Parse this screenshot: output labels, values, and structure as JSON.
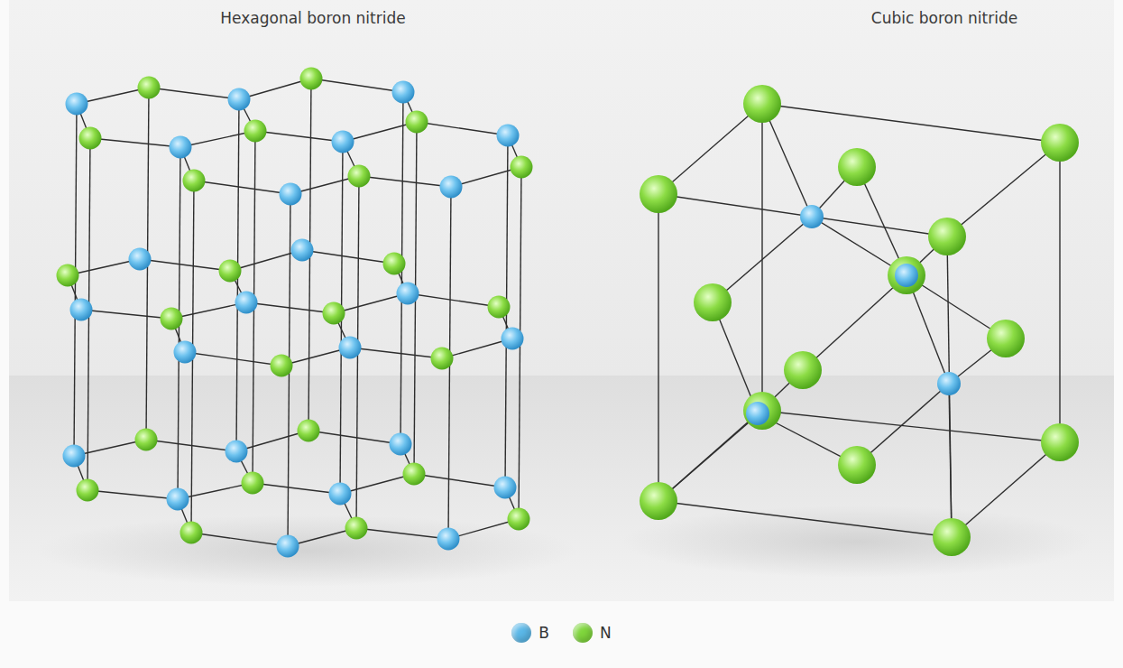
{
  "diagram": {
    "labels": [
      "Hexagonal boron nitride",
      "Cubic boron nitride"
    ],
    "legend": [
      {
        "text": "B",
        "color": "#5bb8e8"
      },
      {
        "text": "N",
        "color": "#7fd63c"
      }
    ]
  }
}
